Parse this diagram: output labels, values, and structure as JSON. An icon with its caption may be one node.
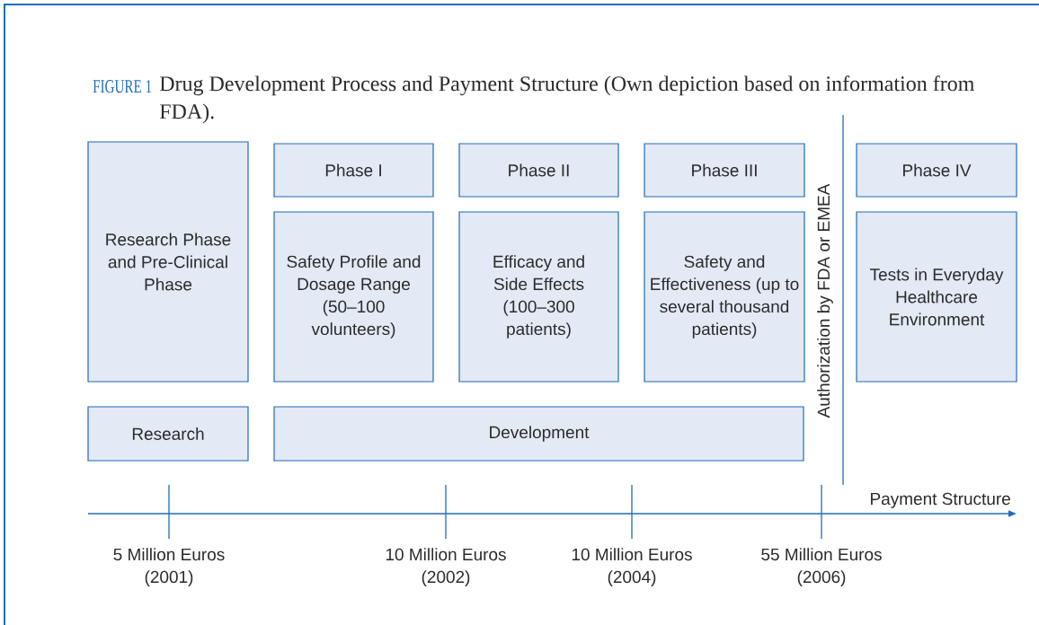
{
  "diagram": {
    "title": "Drug Development Process and Payment Structure (Own depiction based on information from FDA).",
    "nodes": [
      {
        "text": [
          "Research Phase and Pre-Clinical Phase"
        ]
      },
      {
        "text": [
          "Phase I"
        ]
      },
      {
        "text": [
          "Phase II"
        ]
      },
      {
        "text": [
          "Phase III"
        ]
      },
      {
        "text": [
          "Phase IV"
        ]
      },
      {
        "text": [
          "Safety Profile and Dosage Range (50–100 volunteers)"
        ]
      },
      {
        "text": [
          "Efficacy and Side Effects (100–300 patients)"
        ]
      },
      {
        "text": [
          "Safety and Effectiveness (up to several thousand patients)"
        ]
      },
      {
        "text": [
          "Tests in Everyday Healthcare Environment"
        ]
      },
      {
        "text": [
          "Research"
        ]
      },
      {
        "text": [
          "Development"
        ]
      }
    ],
    "labels": [
      "FIGURE 1",
      "Authorization by FDA or EMEA",
      "Payment Structure",
      "5 Million Euros (2001)",
      "10 Million Euros (2002)",
      "10 Million Euros (2004)",
      "55 Million Euros (2006)"
    ]
  }
}
